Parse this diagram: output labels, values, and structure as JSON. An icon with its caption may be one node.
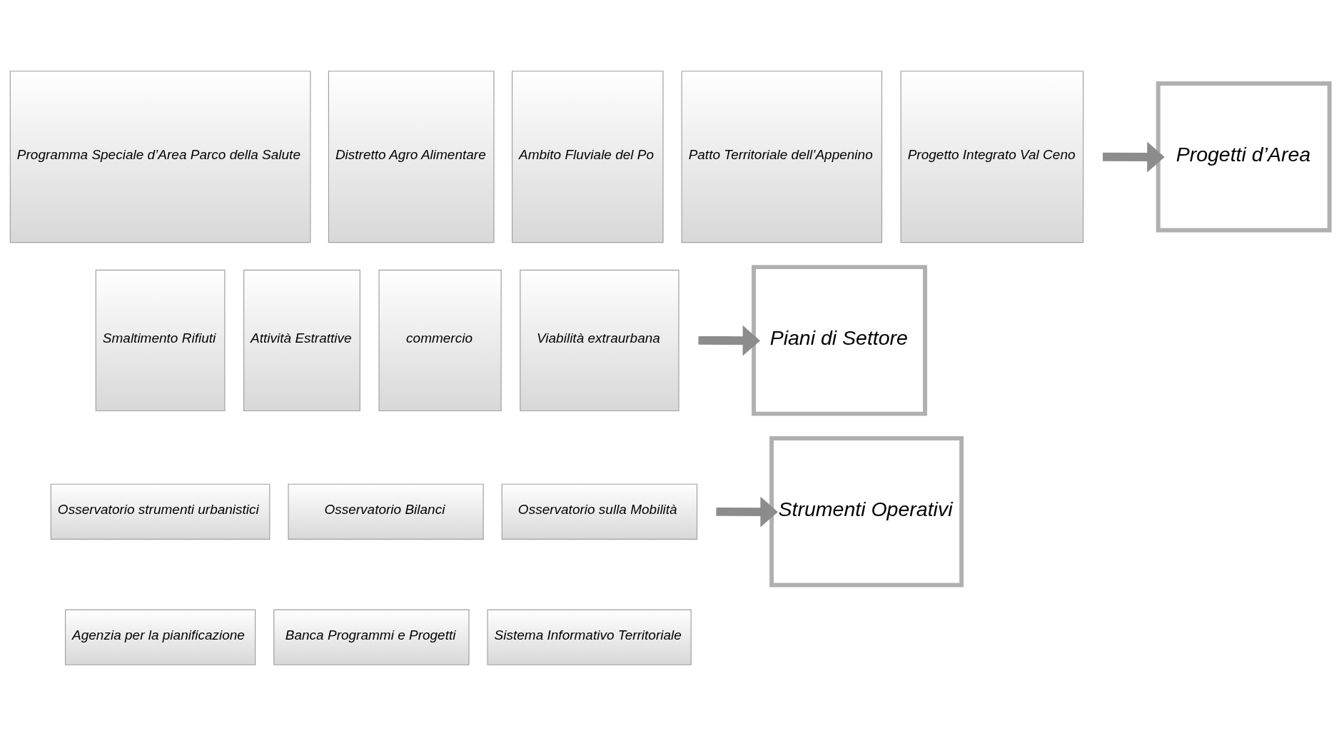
{
  "diagram": {
    "nodes": [
      {
        "text": [
          "Programma Speciale d’Area Parco della Salute"
        ]
      },
      {
        "text": [
          "Distretto Agro Alimentare"
        ]
      },
      {
        "text": [
          "Ambito Fluviale del Po"
        ]
      },
      {
        "text": [
          "Patto Territoriale dell’Appenino"
        ]
      },
      {
        "text": [
          "Progetto Integrato Val Ceno"
        ]
      },
      {
        "text": [
          "Progetti d’Area"
        ]
      },
      {
        "text": [
          "Smaltimento Rifiuti"
        ]
      },
      {
        "text": [
          "Attività Estrattive"
        ]
      },
      {
        "text": [
          "commercio"
        ]
      },
      {
        "text": [
          "Viabilità extraurbana"
        ]
      },
      {
        "text": [
          "Piani di Settore"
        ]
      },
      {
        "text": [
          "Osservatorio strumenti urbanistici"
        ]
      },
      {
        "text": [
          "Osservatorio Bilanci"
        ]
      },
      {
        "text": [
          "Osservatorio sulla Mobilità"
        ]
      },
      {
        "text": [
          "Strumenti Operativi"
        ]
      },
      {
        "text": [
          "Agenzia per la pianificazione"
        ]
      },
      {
        "text": [
          "Banca Programmi e Progetti"
        ]
      },
      {
        "text": [
          "Sistema Informativo Territoriale"
        ]
      }
    ],
    "edges": [
      {
        "from": null,
        "to": 5,
        "arrow": "to"
      },
      {
        "from": null,
        "to": 10,
        "arrow": "to"
      },
      {
        "from": null,
        "to": 14,
        "arrow": "to"
      }
    ]
  }
}
